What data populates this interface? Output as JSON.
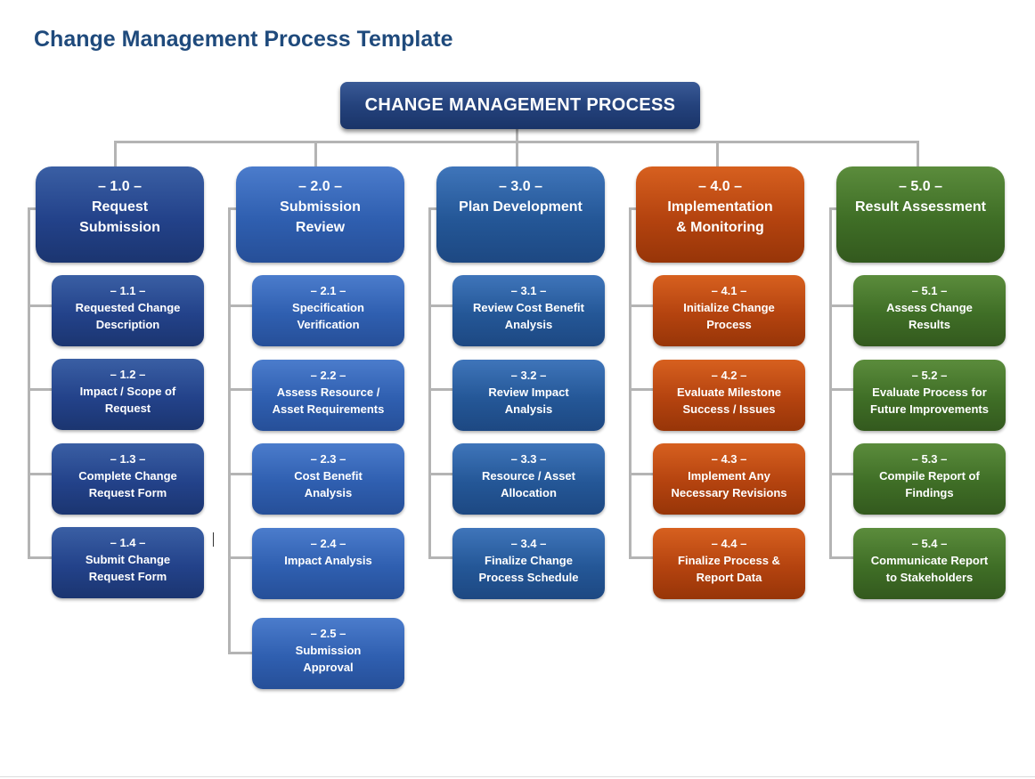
{
  "page_title": "Change Management Process Template",
  "root": "CHANGE MANAGEMENT PROCESS",
  "colors": {
    "title": "#1f4a7c",
    "connector": "#b4b4b4",
    "column_1": "#23428a",
    "column_2": "#2f5fb0",
    "column_3": "#245797",
    "column_4": "#b4430f",
    "column_5": "#3f6e26"
  },
  "columns": [
    {
      "number": "– 1.0 –",
      "label": "Request\nSubmission",
      "items": [
        {
          "number": "– 1.1 –",
          "label": "Requested Change\nDescription"
        },
        {
          "number": "– 1.2 –",
          "label": "Impact / Scope of\nRequest"
        },
        {
          "number": "– 1.3 –",
          "label": "Complete Change\nRequest Form"
        },
        {
          "number": "– 1.4 –",
          "label": "Submit Change\nRequest Form"
        }
      ]
    },
    {
      "number": "– 2.0 –",
      "label": "Submission\nReview",
      "items": [
        {
          "number": "– 2.1 –",
          "label": "Specification\nVerification"
        },
        {
          "number": "– 2.2 –",
          "label": "Assess Resource /\nAsset Requirements"
        },
        {
          "number": "– 2.3 –",
          "label": "Cost Benefit\nAnalysis"
        },
        {
          "number": "– 2.4 –",
          "label": "Impact Analysis"
        },
        {
          "number": "– 2.5 –",
          "label": "Submission\nApproval"
        }
      ]
    },
    {
      "number": "– 3.0 –",
      "label": "Plan Development",
      "items": [
        {
          "number": "– 3.1 –",
          "label": "Review Cost Benefit\nAnalysis"
        },
        {
          "number": "– 3.2 –",
          "label": "Review Impact\nAnalysis"
        },
        {
          "number": "– 3.3 –",
          "label": "Resource / Asset\nAllocation"
        },
        {
          "number": "– 3.4 –",
          "label": "Finalize Change\nProcess Schedule"
        }
      ]
    },
    {
      "number": "– 4.0 –",
      "label": "Implementation\n& Monitoring",
      "items": [
        {
          "number": "– 4.1 –",
          "label": "Initialize Change\nProcess"
        },
        {
          "number": "– 4.2 –",
          "label": "Evaluate Milestone\nSuccess / Issues"
        },
        {
          "number": "– 4.3 –",
          "label": "Implement Any\nNecessary Revisions"
        },
        {
          "number": "– 4.4 –",
          "label": "Finalize Process &\nReport Data"
        }
      ]
    },
    {
      "number": "– 5.0 –",
      "label": "Result Assessment",
      "items": [
        {
          "number": "– 5.1 –",
          "label": "Assess Change\nResults"
        },
        {
          "number": "– 5.2 –",
          "label": "Evaluate Process for\nFuture Improvements"
        },
        {
          "number": "– 5.3 –",
          "label": "Compile Report of\nFindings"
        },
        {
          "number": "– 5.4 –",
          "label": "Communicate Report\nto Stakeholders"
        }
      ]
    }
  ]
}
